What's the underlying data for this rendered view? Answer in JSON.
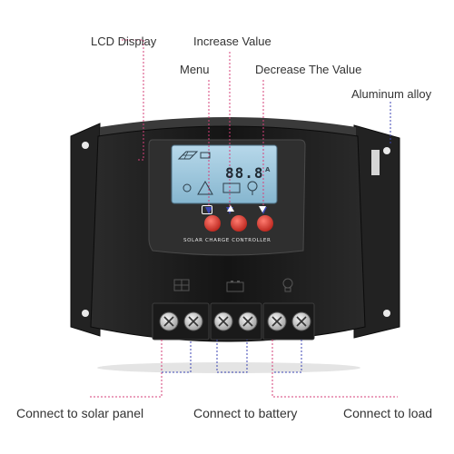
{
  "callouts": {
    "lcd_display": "LCD Display",
    "increase_value": "Increase Value",
    "menu": "Menu",
    "decrease_value": "Decrease The Value",
    "aluminum_alloy": "Aluminum alloy",
    "connect_solar": "Connect to solar panel",
    "connect_battery": "Connect to battery",
    "connect_load": "Connect to load"
  },
  "device": {
    "panel_title": "SOLAR CHARGE CONTROLLER",
    "lcd_readout": "88.8",
    "lcd_unit": "A"
  },
  "colors": {
    "body": "#1c1c1c",
    "lcd": "#9ec7dd",
    "button_red": "#d8332a",
    "callout_pink": "#d6407a",
    "callout_blue": "#3c46b4"
  },
  "icons": [
    "solar-panel-icon",
    "battery-icon",
    "bulb-icon",
    "menu-icon",
    "up-triangle-icon",
    "down-triangle-icon"
  ]
}
